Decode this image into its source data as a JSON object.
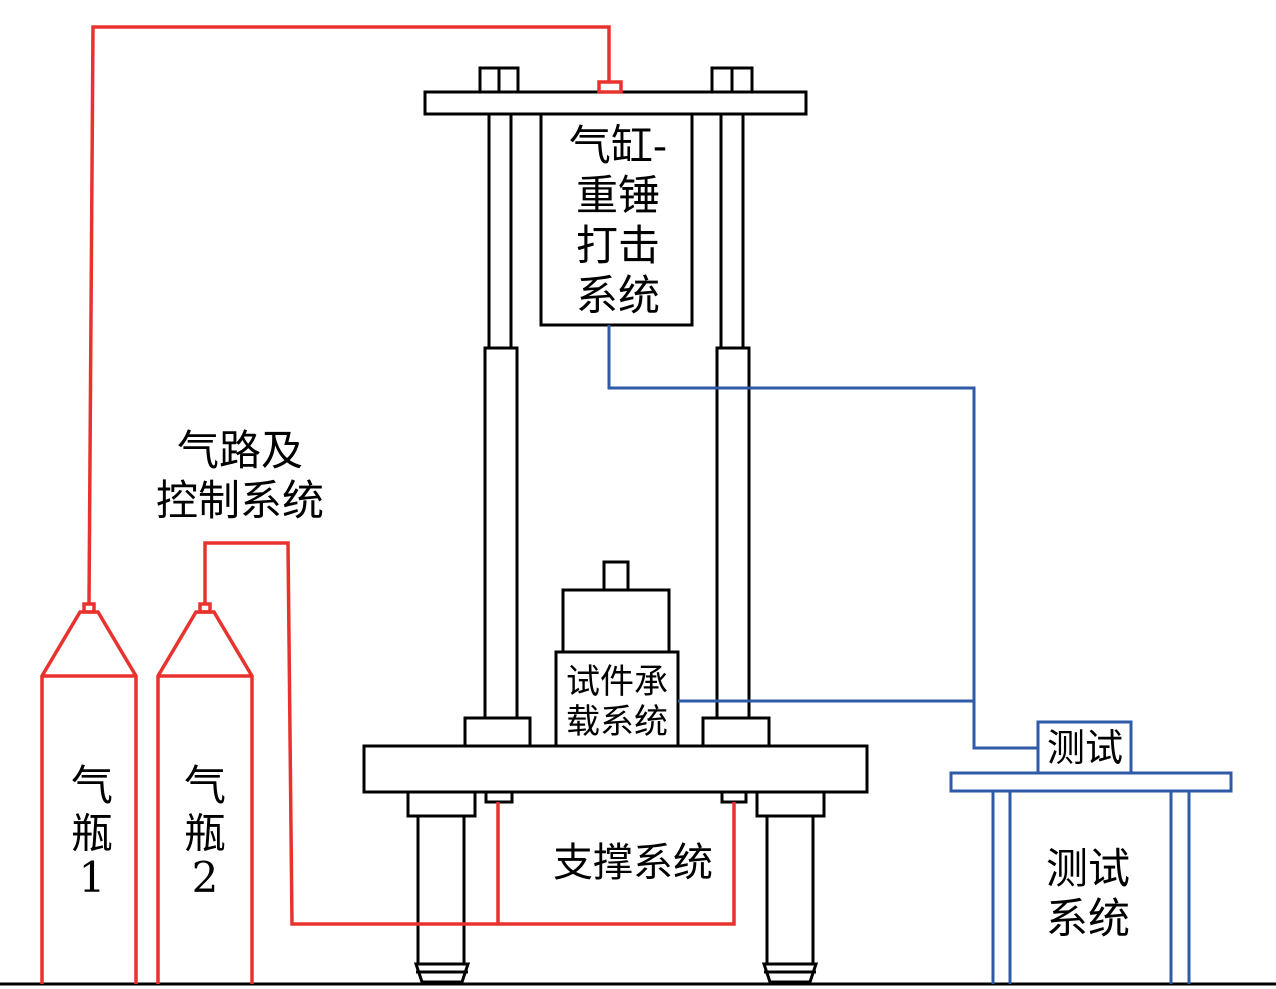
{
  "labels": {
    "cylinder_system": [
      "气缸-",
      "重锤",
      "打击",
      "系统"
    ],
    "gas_control": [
      "气路及",
      "控制系统"
    ],
    "bottle_1": [
      "气",
      "瓶",
      "1"
    ],
    "bottle_2": [
      "气",
      "瓶",
      "2"
    ],
    "specimen_system": [
      "试件承",
      "载系统"
    ],
    "support_system": "支撑系统",
    "test_box": "测试",
    "test_system": [
      "测试",
      "系统"
    ]
  },
  "colors": {
    "structure": "#000000",
    "gas_line": "#e8322e",
    "signal_line": "#2f5aa8",
    "background": "#ffffff"
  }
}
